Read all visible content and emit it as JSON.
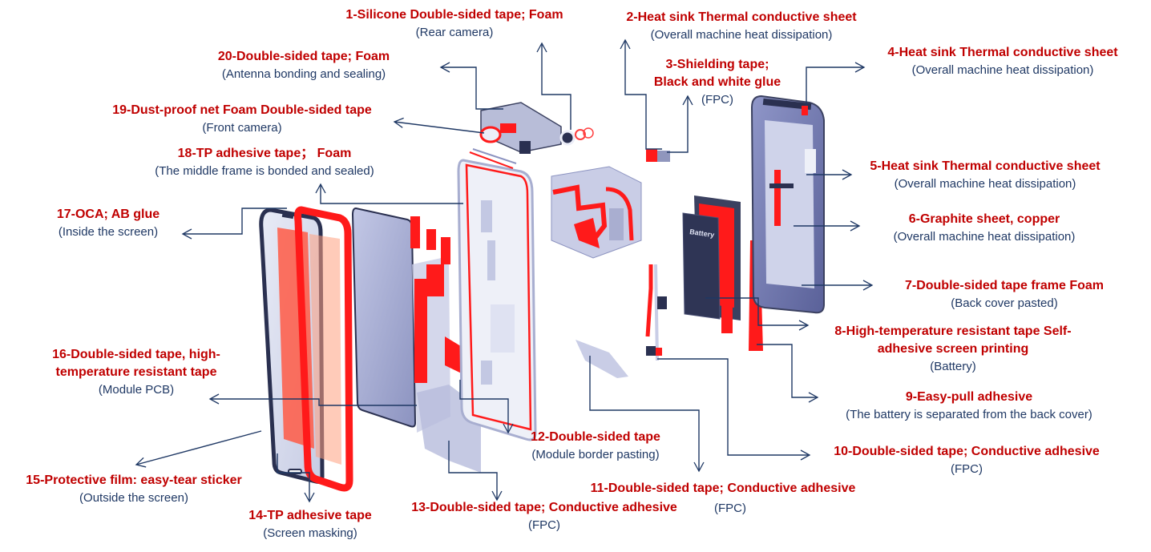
{
  "colors": {
    "title": "#c00000",
    "subtitle": "#1f3864",
    "leader": "#1f3864",
    "tape": "#ff1a1a",
    "part": "#b9bfdc",
    "part_dark": "#3b4160"
  },
  "labels": [
    {
      "id": 1,
      "title": "1-Silicone Double-sided tape; Foam",
      "subtitle": "(Rear camera)"
    },
    {
      "id": 2,
      "title": "2-Heat sink Thermal conductive sheet",
      "subtitle": "(Overall machine heat dissipation)"
    },
    {
      "id": 3,
      "title": "3-Shielding tape;",
      "title2": "Black and white glue",
      "subtitle": "(FPC)"
    },
    {
      "id": 4,
      "title": "4-Heat sink Thermal conductive sheet",
      "subtitle": "(Overall machine heat dissipation)"
    },
    {
      "id": 5,
      "title": "5-Heat sink Thermal conductive sheet",
      "subtitle": "(Overall machine heat dissipation)"
    },
    {
      "id": 6,
      "title": "6-Graphite sheet, copper",
      "subtitle": "(Overall machine heat dissipation)"
    },
    {
      "id": 7,
      "title": "7-Double-sided tape frame Foam",
      "subtitle": "(Back cover pasted)"
    },
    {
      "id": 8,
      "title": "8-High-temperature resistant tape Self-",
      "title2": "adhesive screen printing",
      "subtitle": "(Battery)"
    },
    {
      "id": 9,
      "title": "9-Easy-pull adhesive",
      "subtitle": "(The battery is separated from the back cover)"
    },
    {
      "id": 10,
      "title": "10-Double-sided tape; Conductive adhesive",
      "subtitle": "(FPC)"
    },
    {
      "id": 11,
      "title": "11-Double-sided tape; Conductive adhesive",
      "subtitle": "(FPC)"
    },
    {
      "id": 12,
      "title": "12-Double-sided tape",
      "subtitle": "(Module border pasting)"
    },
    {
      "id": 13,
      "title": "13-Double-sided tape; Conductive adhesive",
      "subtitle": "(FPC)"
    },
    {
      "id": 14,
      "title": "14-TP adhesive tape",
      "subtitle": "(Screen masking)"
    },
    {
      "id": 15,
      "title": "15-Protective film: easy-tear sticker",
      "subtitle": "(Outside the screen)"
    },
    {
      "id": 16,
      "title": "16-Double-sided tape, high-",
      "title2": "temperature resistant tape",
      "subtitle": "(Module PCB)"
    },
    {
      "id": 17,
      "title": "17-OCA; AB glue",
      "subtitle": "(Inside the screen)"
    },
    {
      "id": 18,
      "title": "18-TP adhesive tape； Foam",
      "subtitle": "(The middle frame is bonded and sealed)"
    },
    {
      "id": 19,
      "title": "19-Dust-proof net Foam Double-sided tape",
      "subtitle": "(Front camera)"
    },
    {
      "id": 20,
      "title": "20-Double-sided tape; Foam",
      "subtitle": "(Antenna bonding and sealing)"
    }
  ],
  "battery_text": "Battery"
}
